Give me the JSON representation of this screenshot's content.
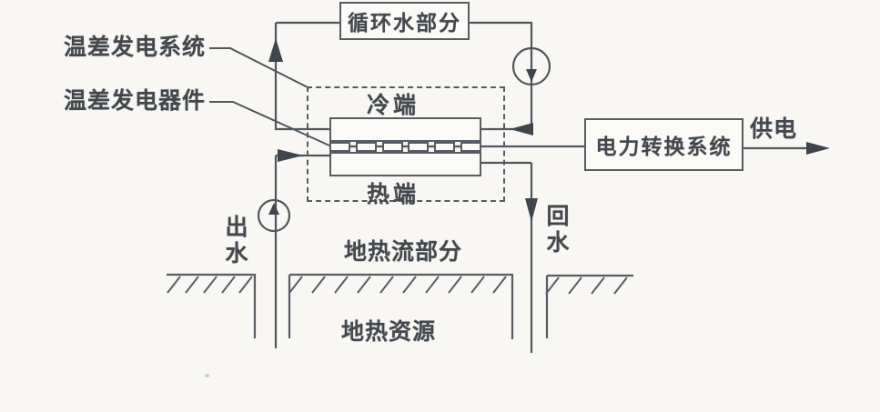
{
  "diagram": {
    "title_context": "geothermal thermoelectric power generation schematic",
    "boxes": {
      "circulating_water": "循环水部分",
      "power_conversion": "电力转换系统"
    },
    "labels": {
      "teg_system": "温差发电系统",
      "teg_device": "温差发电器件",
      "cold_end": "冷端",
      "hot_end": "热端",
      "power_supply": "供电",
      "outflow_water": "出水",
      "return_water": "回水",
      "geothermal_flow": "地热流部分",
      "geothermal_resource": "地热资源"
    },
    "colors": {
      "line": "#565c62",
      "text": "#43484d",
      "paper": "#f8f7f4"
    }
  }
}
